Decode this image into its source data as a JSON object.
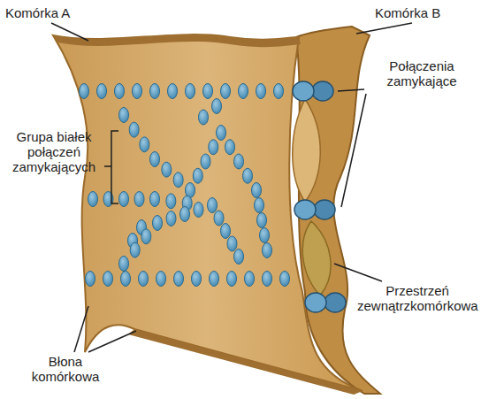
{
  "diagram": {
    "labels": [
      "Komórka A",
      "Komórka B",
      "Połączenia zamykające",
      "Grupa białek połączeń zamykających",
      "Przestrzeń zewnątrzkomórkowa",
      "Błona komórkowa"
    ]
  }
}
